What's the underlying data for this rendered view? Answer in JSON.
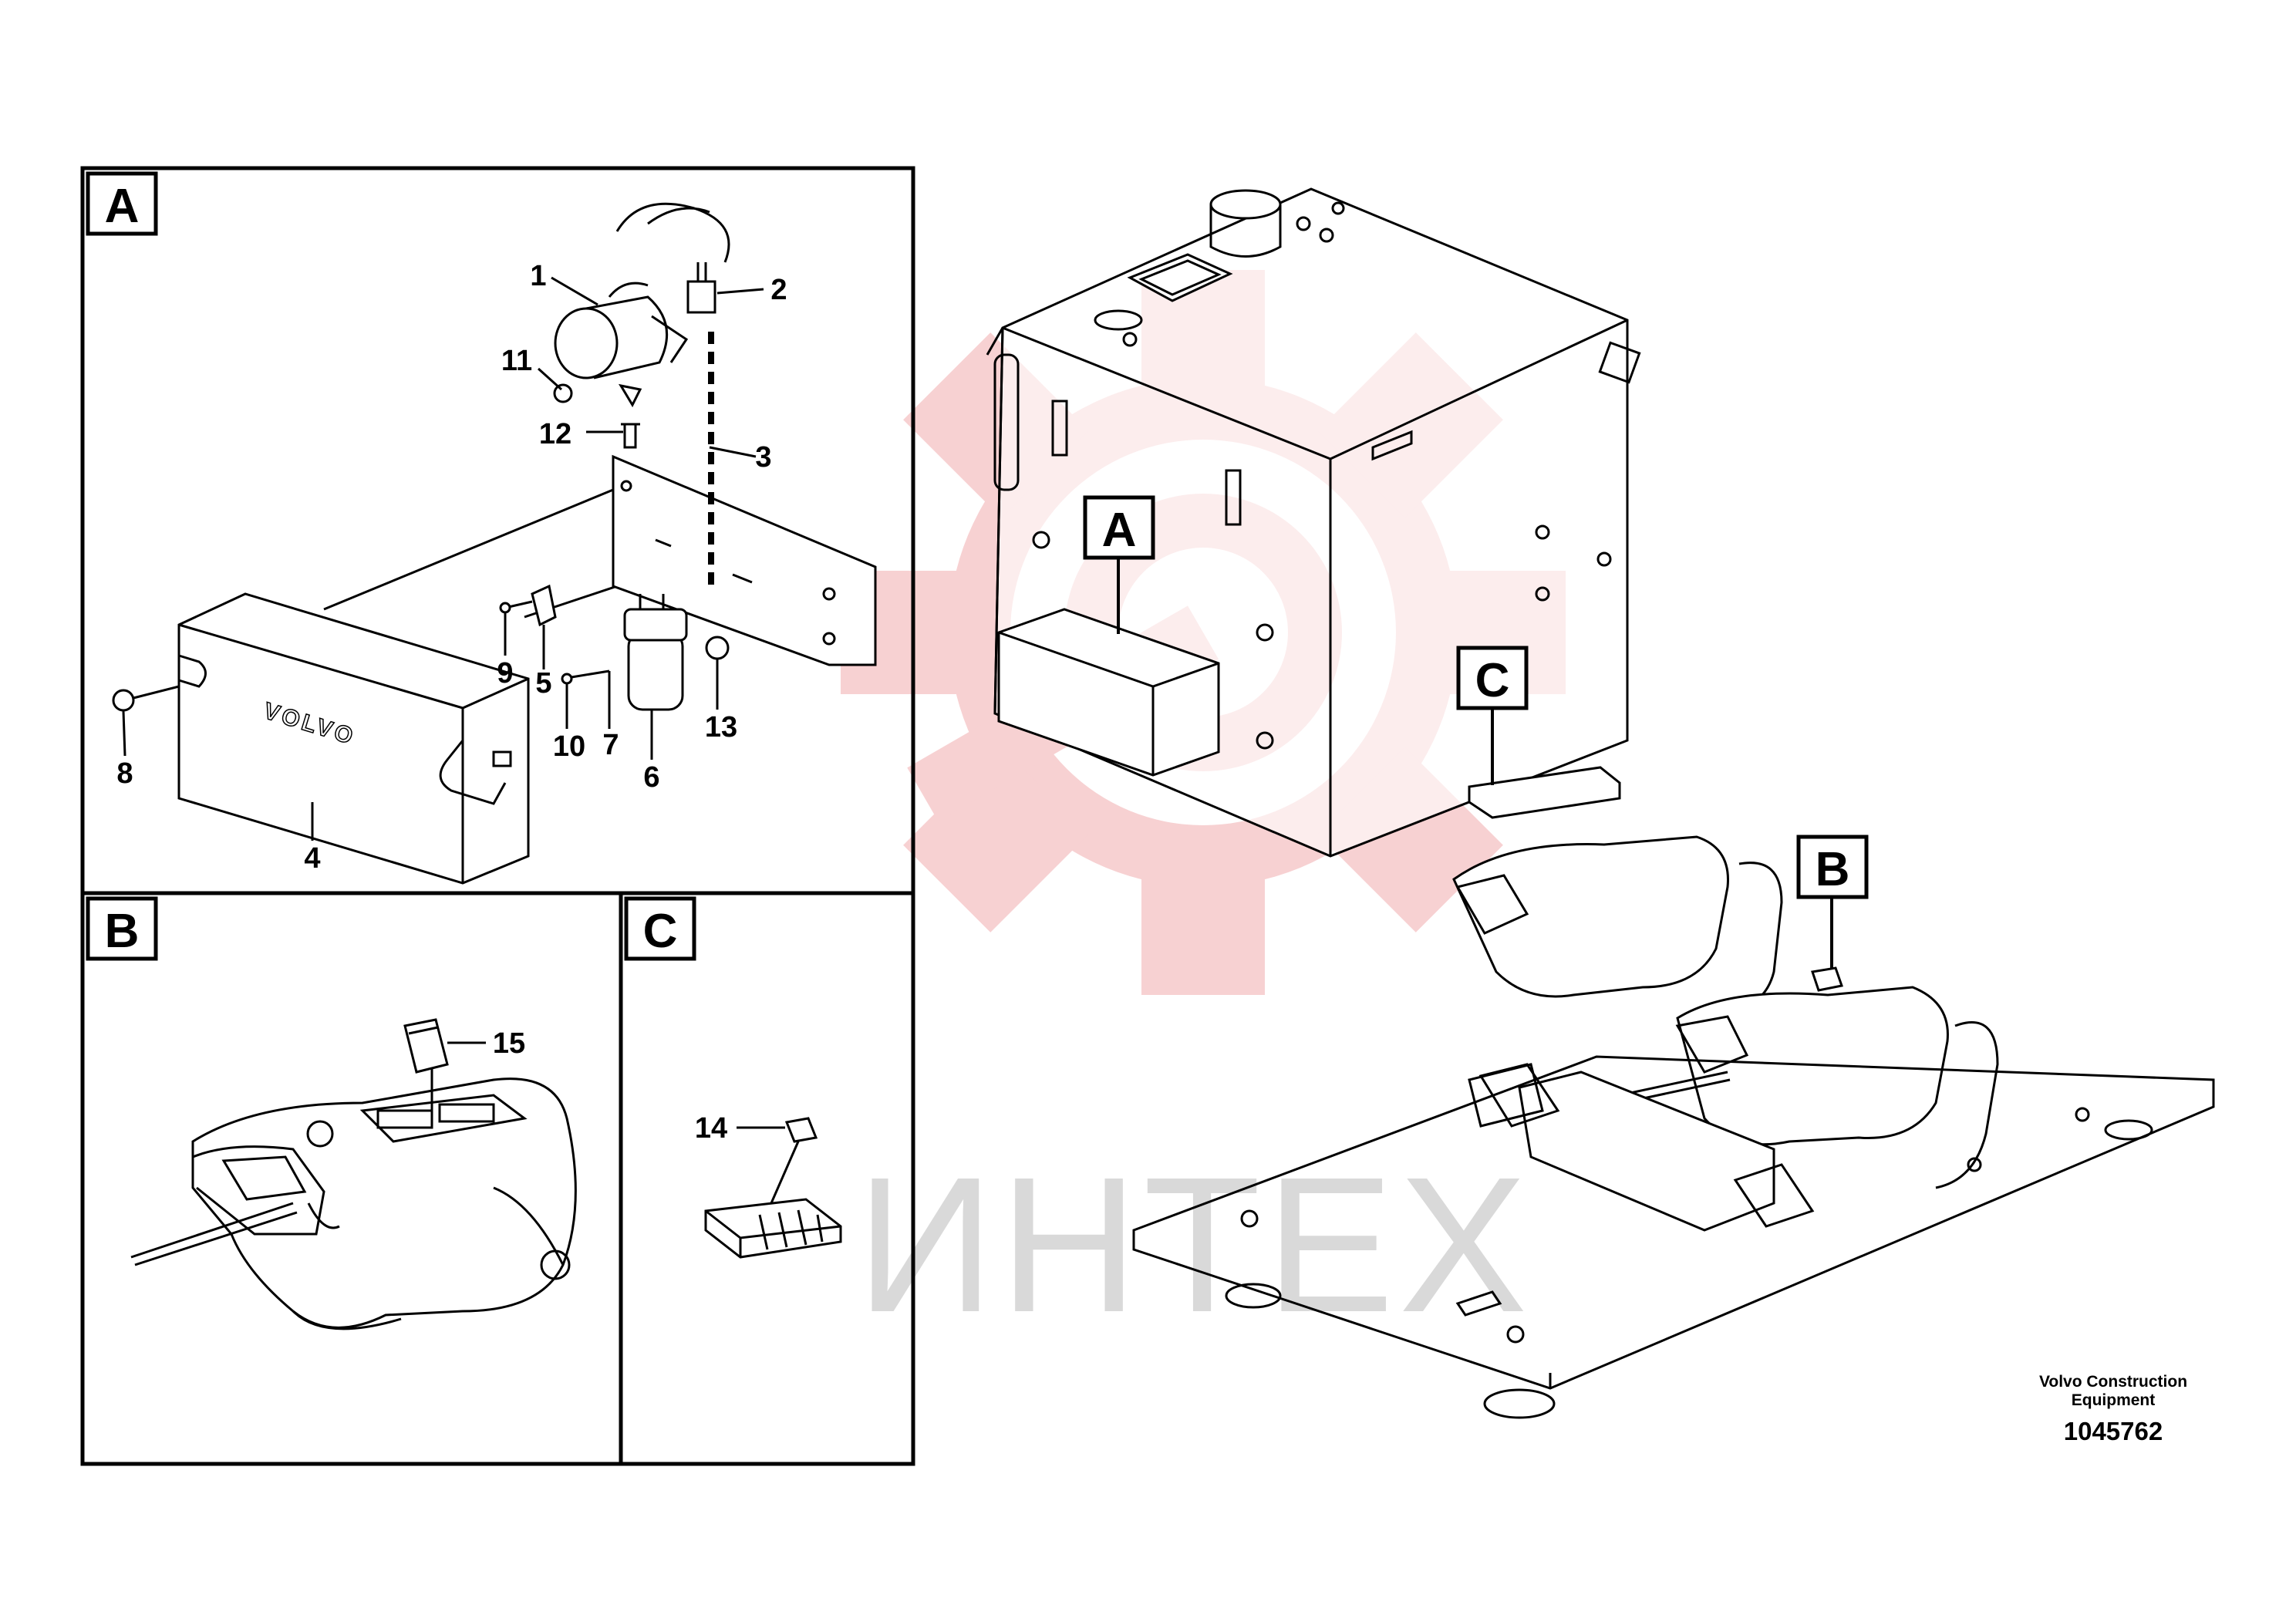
{
  "panels": {
    "a": {
      "tag": "A"
    },
    "b": {
      "tag": "B"
    },
    "c": {
      "tag": "C"
    }
  },
  "overview_tags": {
    "a": "A",
    "b": "B",
    "c": "C"
  },
  "callouts": [
    "1",
    "2",
    "3",
    "4",
    "5",
    "6",
    "7",
    "8",
    "9",
    "10",
    "11",
    "12",
    "13",
    "14",
    "15"
  ],
  "brand_lettering": "VOLVO",
  "watermark": {
    "text": "ИНТЕХ",
    "gear_color": "#f6c9cb",
    "text_color": "#d9d9d9"
  },
  "footer": {
    "credit_line_1": "Volvo Construction",
    "credit_line_2": "Equipment",
    "doc_number": "1045762"
  }
}
